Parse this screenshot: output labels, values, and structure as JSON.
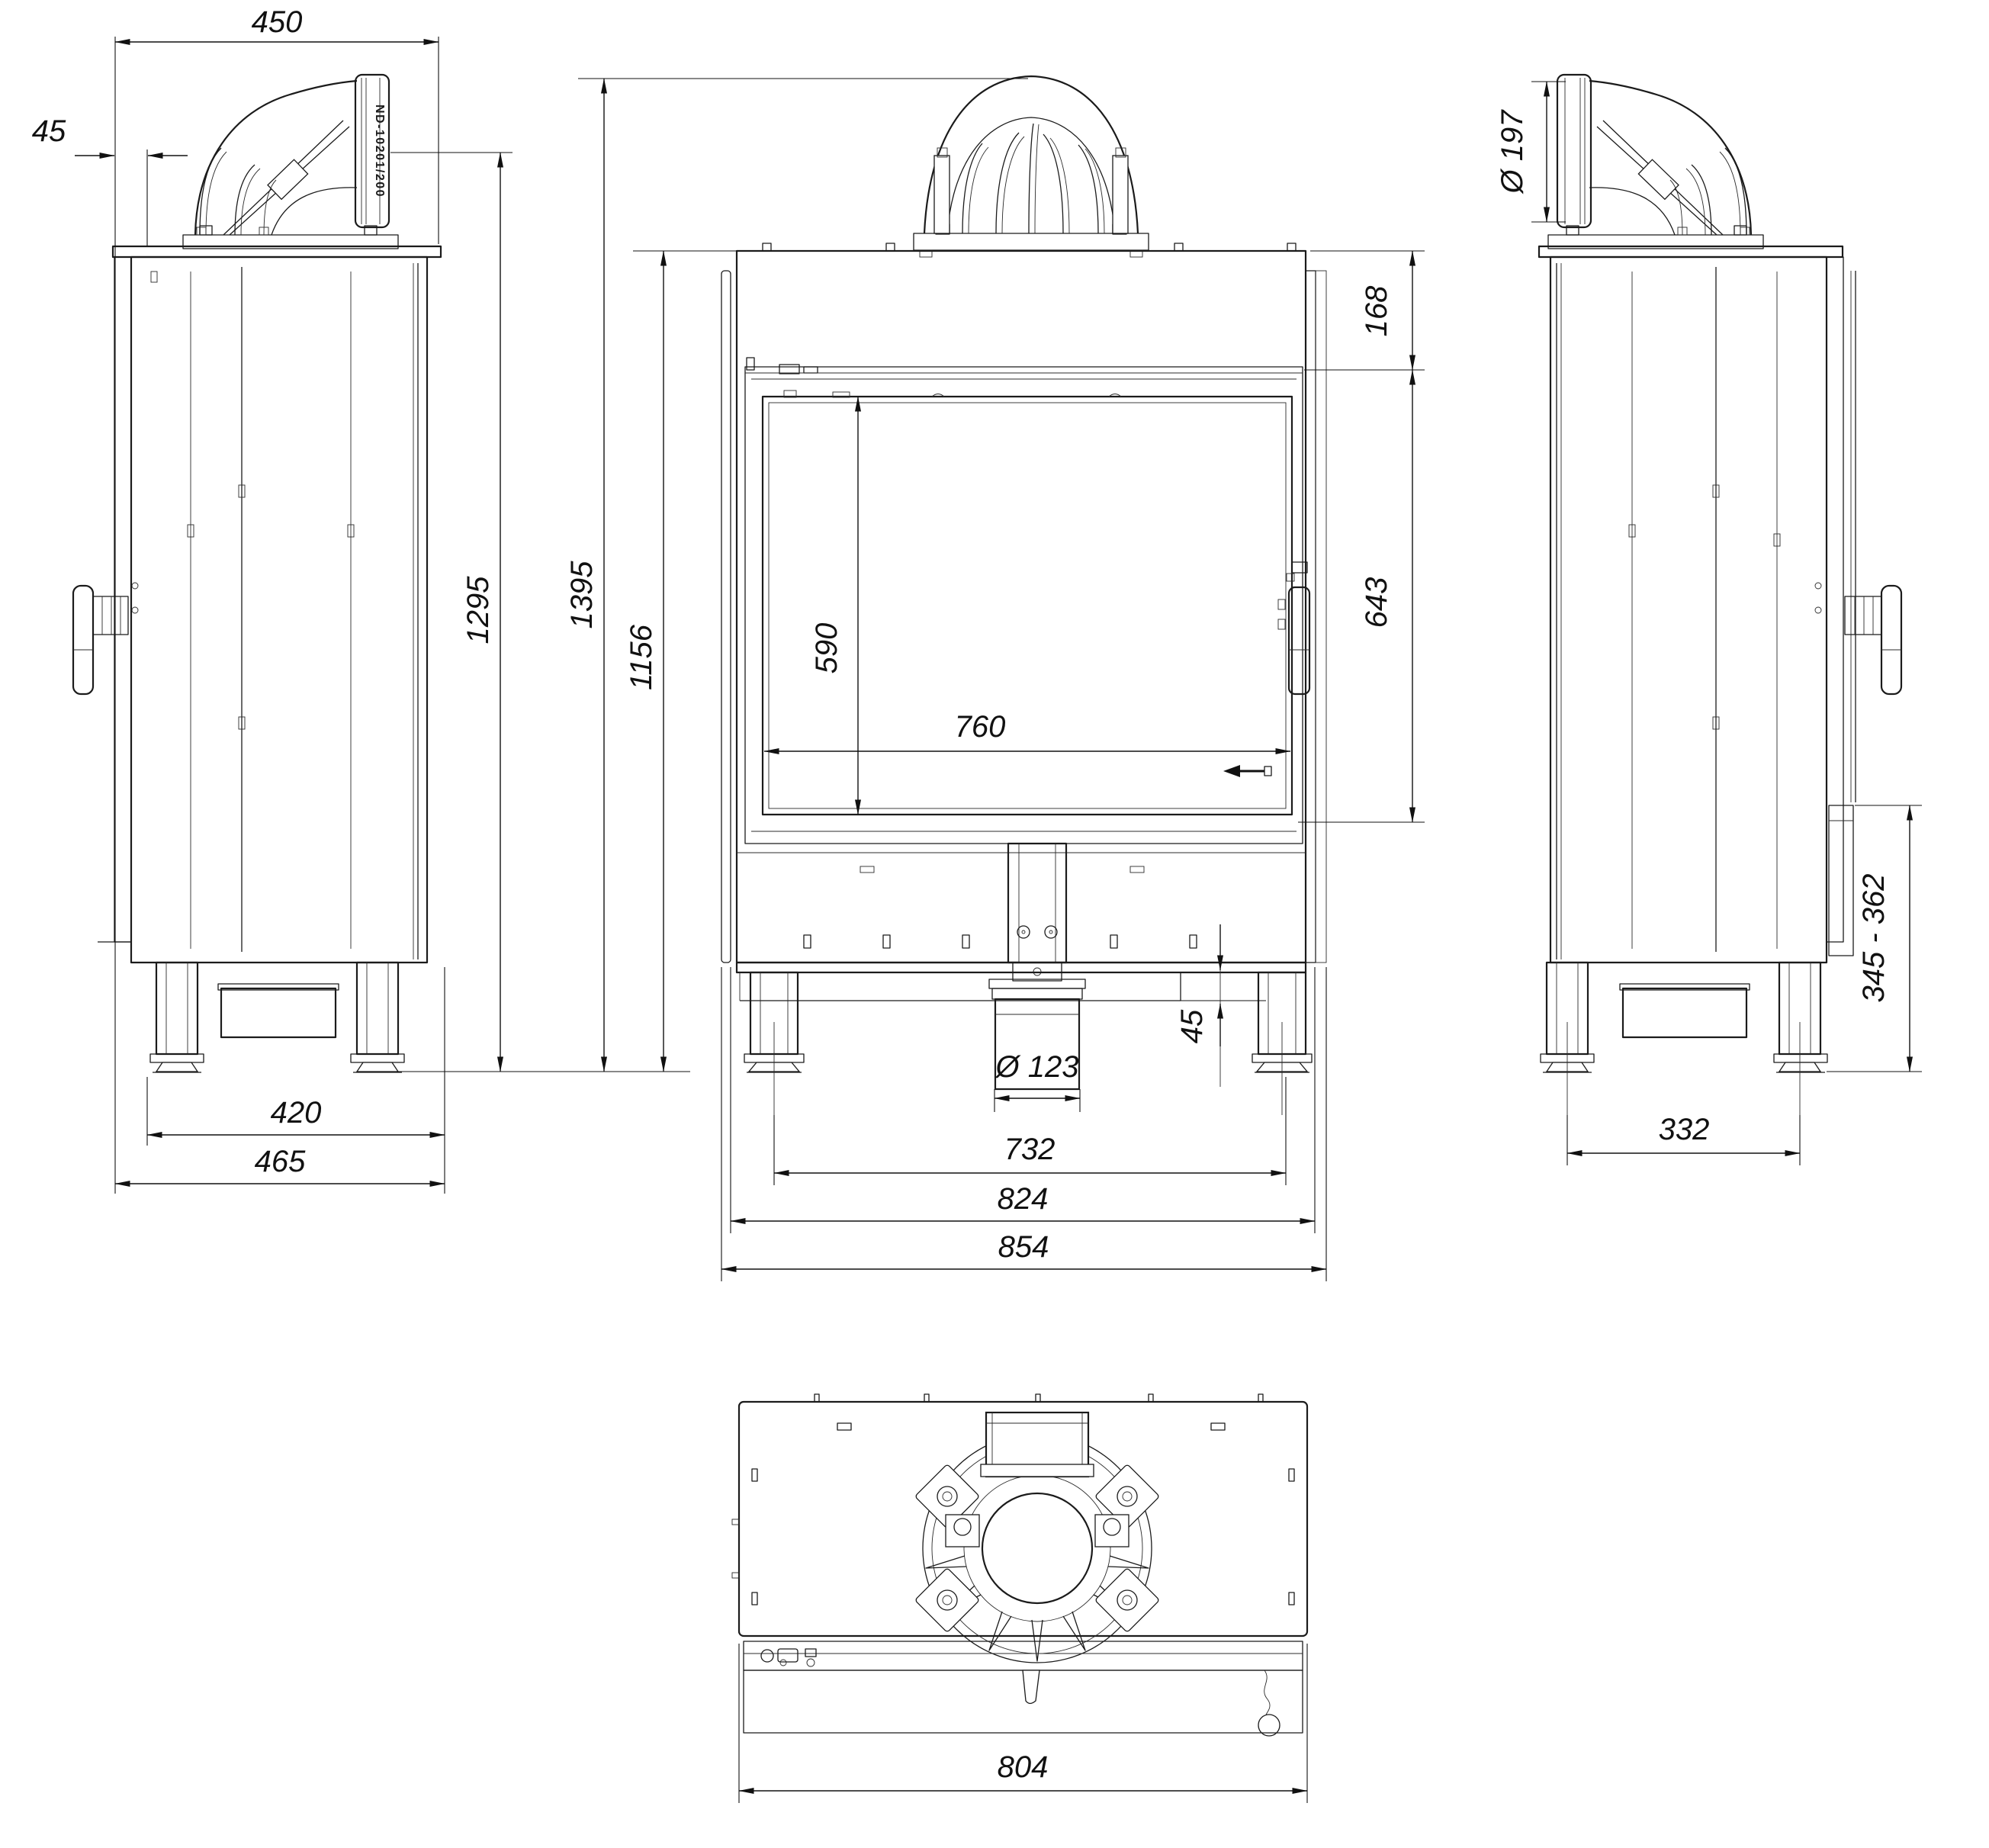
{
  "labels": {
    "flue_pipe_model": "ND-10201/200"
  },
  "dimensions": {
    "left_view": {
      "top_depth": "450",
      "front_offset": "45",
      "flue_axis_height": "1295",
      "feet_span": "420",
      "overall_depth": "465"
    },
    "front_view": {
      "total_height": "1395",
      "body_height": "1156",
      "top_margin": "168",
      "opening_height": "643",
      "glass_height": "590",
      "glass_width": "760",
      "air_inlet_diameter": "Ø 123",
      "base_recess": "45",
      "feet_span": "732",
      "body_width": "824",
      "overall_width": "854"
    },
    "right_view": {
      "flue_diameter": "Ø 197",
      "base_height_range": "345 - 362",
      "feet_span": "332"
    },
    "top_view": {
      "body_width": "804"
    }
  }
}
